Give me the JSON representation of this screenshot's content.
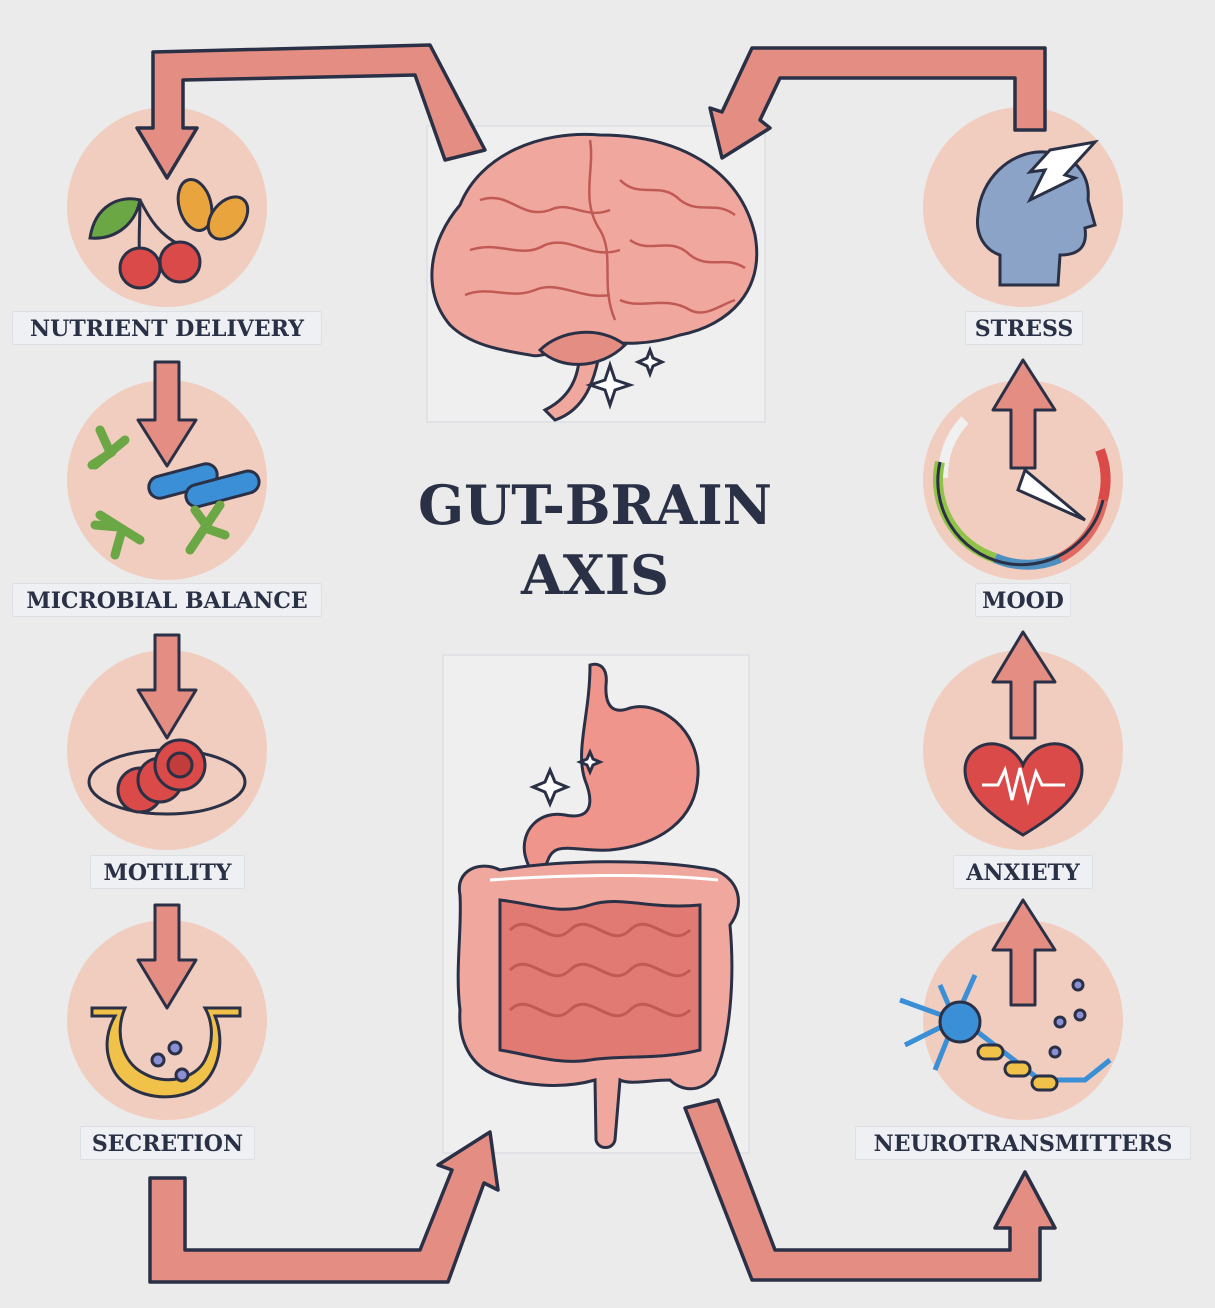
{
  "title": {
    "line1": "GUT-BRAIN",
    "line2": "AXIS"
  },
  "left_column": [
    {
      "label": "NUTRIENT DELIVERY",
      "icon": "cherries-almonds-icon"
    },
    {
      "label": "MICROBIAL BALANCE",
      "icon": "bacteria-icon"
    },
    {
      "label": "MOTILITY",
      "icon": "gut-cells-icon"
    },
    {
      "label": "SECRETION",
      "icon": "secretion-vesicle-icon"
    }
  ],
  "right_column": [
    {
      "label": "STRESS",
      "icon": "stressed-head-icon"
    },
    {
      "label": "MOOD",
      "icon": "mood-gauge-icon"
    },
    {
      "label": "ANXIETY",
      "icon": "heartbeat-heart-icon"
    },
    {
      "label": "NEUROTRANSMITTERS",
      "icon": "neuron-icon"
    }
  ],
  "center": {
    "top": "brain-icon",
    "bottom": "digestive-system-icon"
  },
  "colors": {
    "background": "#ebebeb",
    "circle": "#f1cdc0",
    "arrow_fill": "#e48d83",
    "outline": "#2a3045",
    "text": "#2a3045"
  }
}
